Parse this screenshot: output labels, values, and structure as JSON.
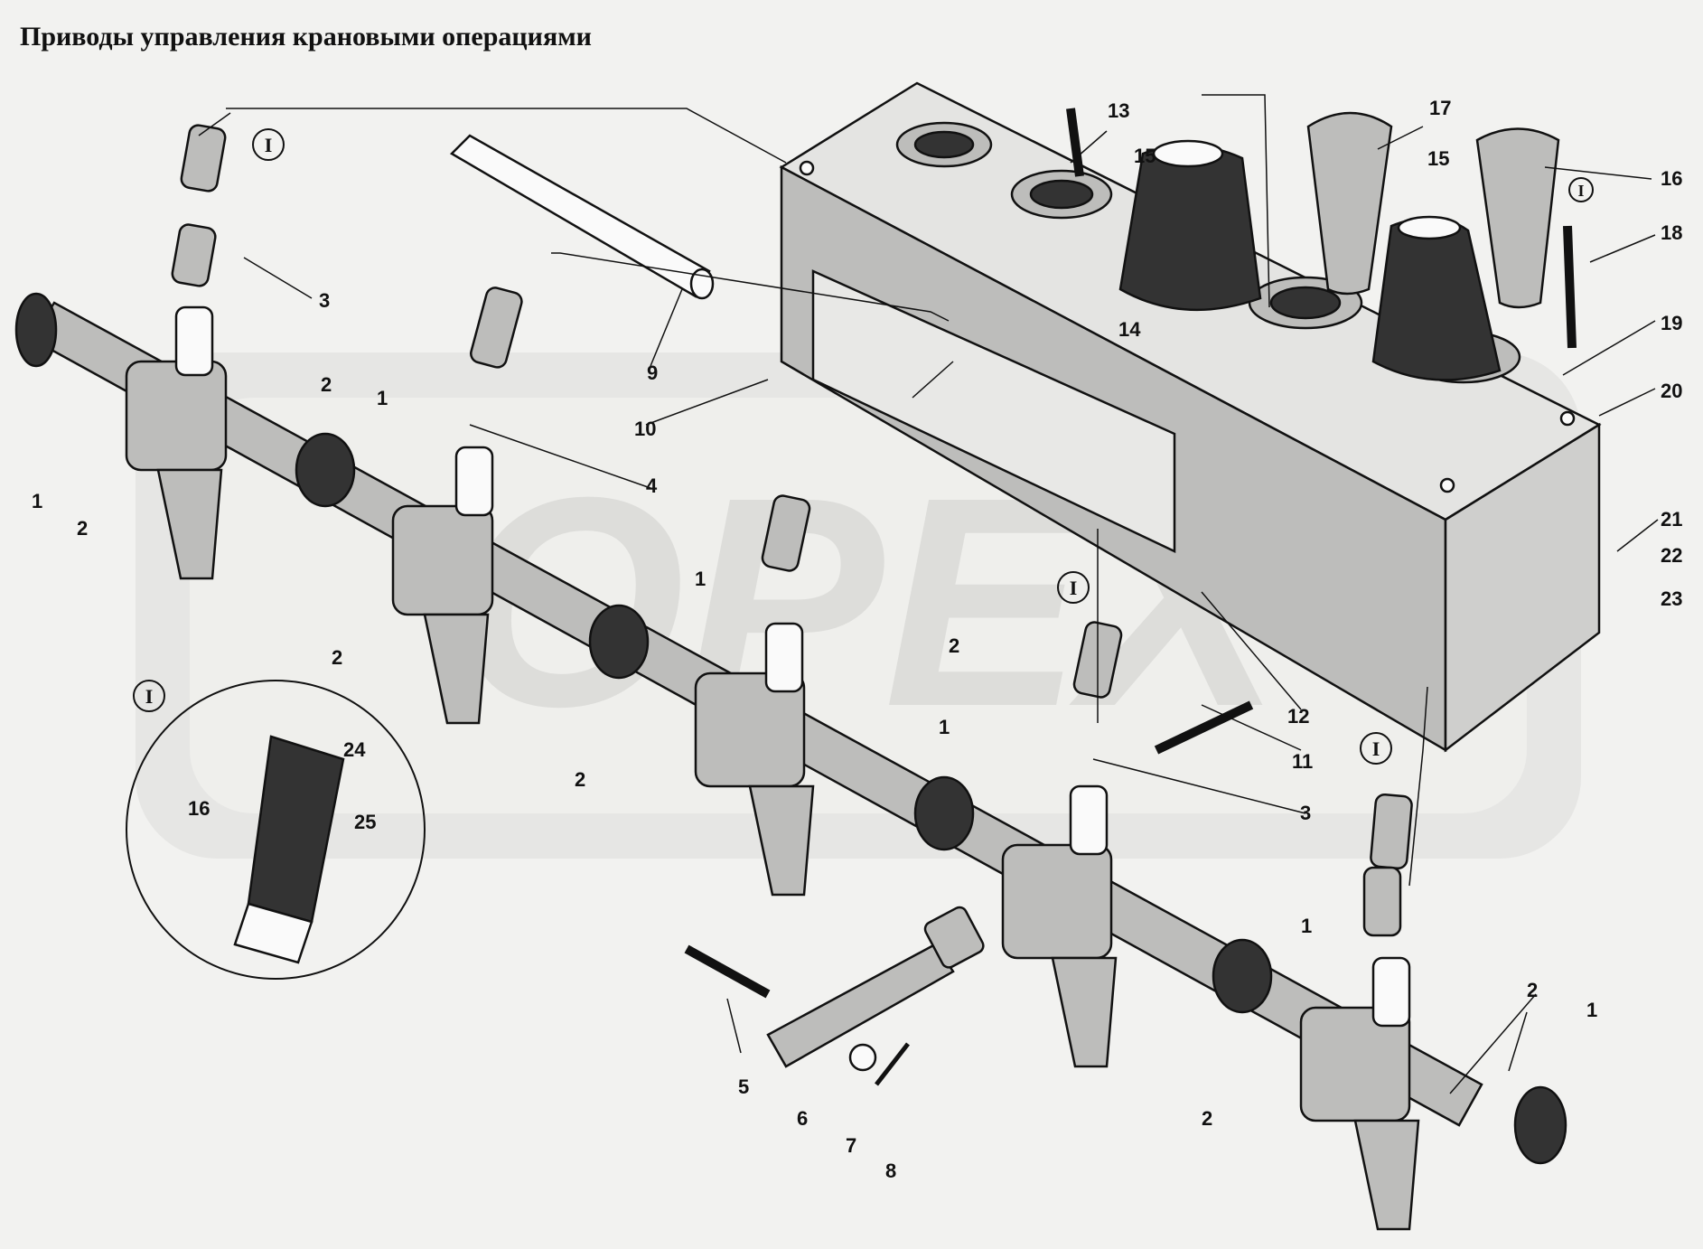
{
  "title": "Приводы управления крановыми операциями",
  "watermark": "OPEX",
  "detail_marker": "I",
  "callouts": [
    "1",
    "2",
    "3",
    "4",
    "5",
    "6",
    "7",
    "8",
    "9",
    "10",
    "11",
    "12",
    "13",
    "14",
    "15",
    "16",
    "17",
    "18",
    "19",
    "20",
    "21",
    "22",
    "23",
    "24",
    "25"
  ]
}
